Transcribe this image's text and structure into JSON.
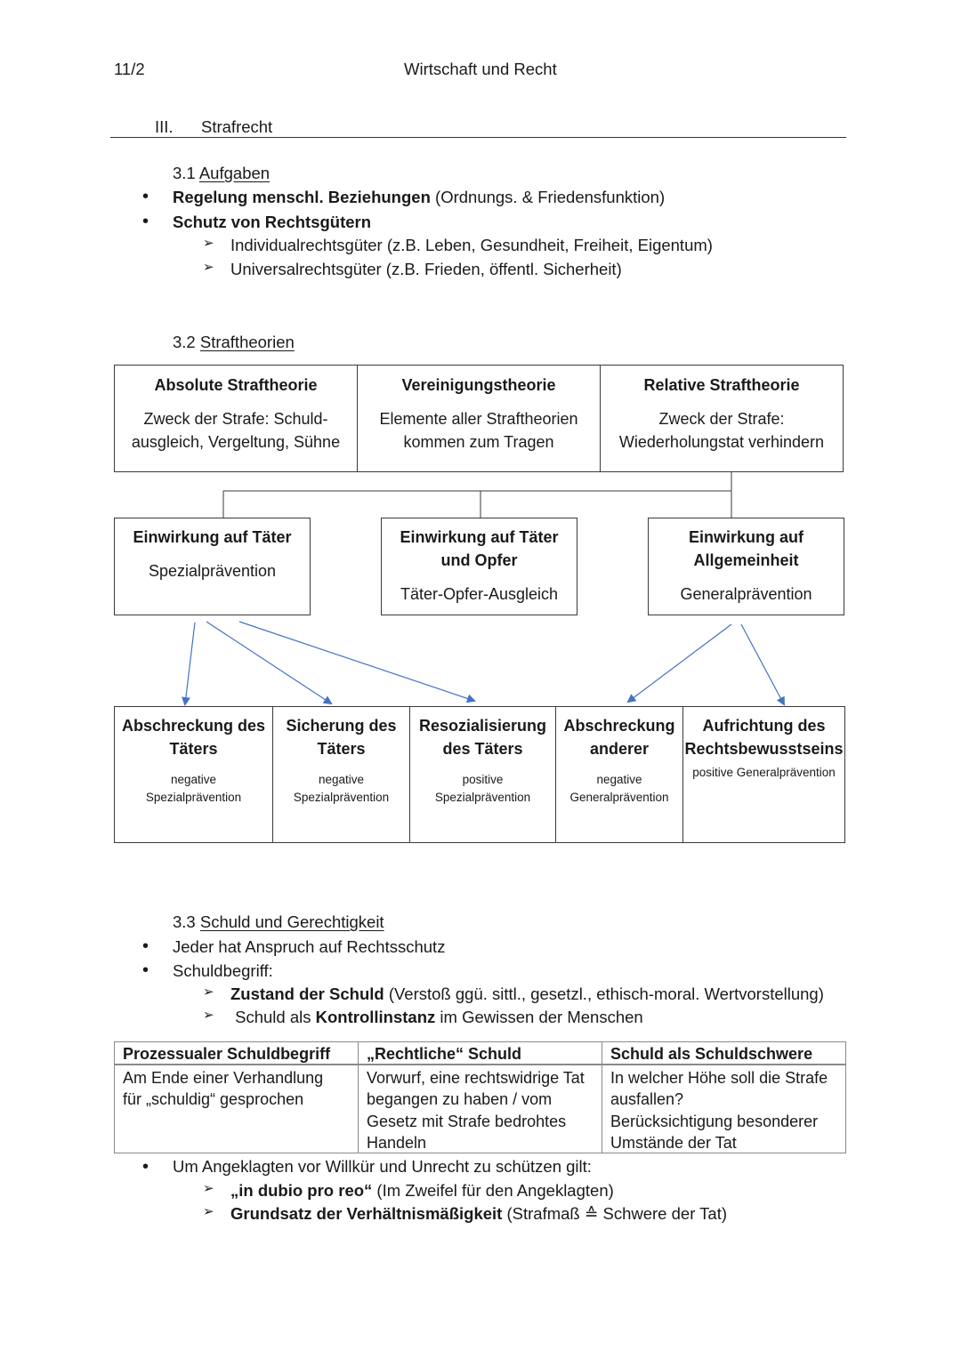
{
  "header": {
    "class_label": "11/2",
    "subject": "Wirtschaft und Recht"
  },
  "chapter": {
    "number": "III.",
    "title": "Strafrecht"
  },
  "s31": {
    "number": "3.1",
    "title": "Aufgaben",
    "b1_bold": "Regelung menschl. Beziehungen",
    "b1_rest": " (Ordnungs. & Friedensfunktion)",
    "b2_bold": "Schutz von Rechtsgütern",
    "sub1": "Individualrechtsgüter (z.B. Leben, Gesundheit, Freiheit, Eigentum)",
    "sub2": "Universalrechtsgüter (z.B. Frieden, öffentl. Sicherheit)"
  },
  "s32": {
    "number": "3.2",
    "title": "Straftheorien",
    "theories": [
      {
        "title": "Absolute Straftheorie",
        "desc1": "Zweck der Strafe: Schuld-",
        "desc2": "ausgleich, Vergeltung, Sühne"
      },
      {
        "title": "Vereinigungstheorie",
        "desc1": "Elemente aller Straftheorien",
        "desc2": "kommen zum Tragen"
      },
      {
        "title": "Relative Straftheorie",
        "desc1": "Zweck der Strafe:",
        "desc2": "Wiederholungstat verhindern"
      }
    ],
    "effects": [
      {
        "title1": "Einwirkung auf Täter",
        "title2": "",
        "desc": "Spezialprävention"
      },
      {
        "title1": "Einwirkung auf Täter",
        "title2": "und Opfer",
        "desc": "Täter-Opfer-Ausgleich"
      },
      {
        "title1": "Einwirkung auf",
        "title2": "Allgemeinheit",
        "desc": "Generalprävention"
      }
    ],
    "outcomes": [
      {
        "title1": "Abschreckung des",
        "title2": "Täters",
        "sub1": "negative",
        "sub2": "Spezialprävention"
      },
      {
        "title1": "Sicherung des",
        "title2": "Täters",
        "sub1": "negative",
        "sub2": "Spezialprävention"
      },
      {
        "title1": "Resozialisierung",
        "title2": "des Täters",
        "sub1": "positive",
        "sub2": "Spezialprävention"
      },
      {
        "title1": "Abschreckung",
        "title2": "anderer",
        "sub1": "negative",
        "sub2": "Generalprävention"
      },
      {
        "title1": "Aufrichtung des",
        "title2": "Rechtsbewusstseins",
        "sub1": "positive Generalprävention",
        "sub2": ""
      }
    ]
  },
  "s33": {
    "number": "3.3",
    "title": "Schuld und Gerechtigkeit",
    "b1": "Jeder hat Anspruch auf Rechtsschutz",
    "b2": "Schuldbegriff:",
    "sub1_bold": "Zustand der Schuld",
    "sub1_rest": " (Verstoß ggü. sittl., gesetzl., ethisch-moral. Wertvorstellung)",
    "sub2_pre": " Schuld als ",
    "sub2_bold": "Kontrollinstanz",
    "sub2_rest": " im Gewissen der Menschen",
    "table": {
      "headers": [
        "Prozessualer Schuldbegriff",
        "„Rechtliche“ Schuld",
        "Schuld als Schuldschwere"
      ],
      "col1": [
        "Am Ende einer Verhandlung",
        "für „schuldig“ gesprochen"
      ],
      "col2": [
        "Vorwurf, eine rechtswidrige Tat",
        "begangen zu haben / vom",
        "Gesetz mit Strafe bedrohtes",
        "Handeln"
      ],
      "col3": [
        "In welcher Höhe soll die Strafe",
        "ausfallen?",
        "Berücksichtigung besonderer",
        "Umstände der Tat"
      ]
    },
    "b3": "Um Angeklagten vor Willkür und Unrecht zu schützen gilt:",
    "sub3_bold": "„in dubio pro reo“",
    "sub3_rest": " (Im Zweifel für den Angeklagten)",
    "sub4_bold": "Grundsatz der Verhältnismäßigkeit",
    "sub4_rest": " (Strafmaß ≙ Schwere der Tat)"
  }
}
